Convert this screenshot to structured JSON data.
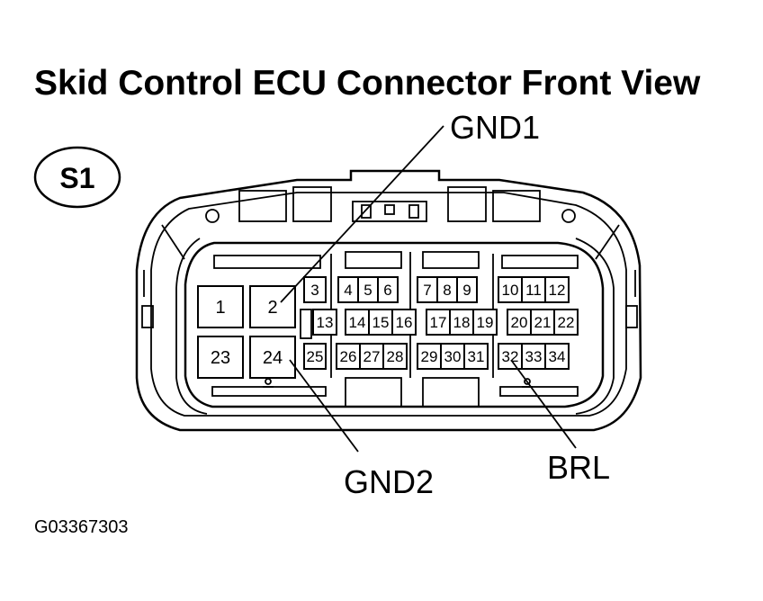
{
  "title": "Skid Control ECU Connector Front View",
  "connector_label": "S1",
  "callouts": {
    "gnd1": "GND1",
    "gnd2": "GND2",
    "brl": "BRL"
  },
  "figure_code": "G03367303",
  "pins": {
    "p1": "1",
    "p2": "2",
    "p3": "3",
    "p4": "4",
    "p5": "5",
    "p6": "6",
    "p7": "7",
    "p8": "8",
    "p9": "9",
    "p10": "10",
    "p11": "11",
    "p12": "12",
    "p13": "13",
    "p14": "14",
    "p15": "15",
    "p16": "16",
    "p17": "17",
    "p18": "18",
    "p19": "19",
    "p20": "20",
    "p21": "21",
    "p22": "22",
    "p23": "23",
    "p24": "24",
    "p25": "25",
    "p26": "26",
    "p27": "27",
    "p28": "28",
    "p29": "29",
    "p30": "30",
    "p31": "31",
    "p32": "32",
    "p33": "33",
    "p34": "34"
  }
}
